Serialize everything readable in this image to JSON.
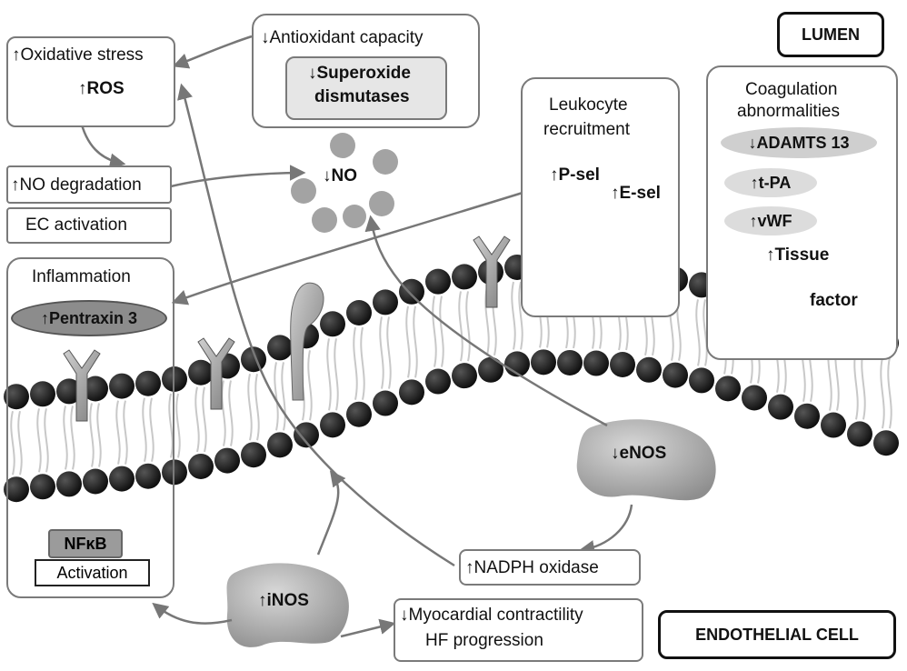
{
  "regions": {
    "lumen": "LUMEN",
    "endothelial_cell": "ENDOTHELIAL CELL"
  },
  "oxidative": {
    "title": "↑Oxidative stress",
    "ros": "↑ROS"
  },
  "antioxidant": {
    "title": "↓Antioxidant capacity",
    "sod_line1": "↓Superoxide",
    "sod_line2": "dismutases"
  },
  "no_degradation": "↑NO degradation",
  "ec_activation": "EC activation",
  "no_label": "↓NO",
  "leukocyte": {
    "title_line1": "Leukocyte",
    "title_line2": "recruitment",
    "psel": "↑P-sel",
    "esel": "↑E-sel"
  },
  "coagulation": {
    "title_line1": "Coagulation",
    "title_line2": "abnormalities",
    "adamts": "↓ADAMTS 13",
    "tpa": "↑t-PA",
    "vwf": "↑vWF",
    "tissue": "↑Tissue",
    "factor": "factor"
  },
  "inflammation": {
    "title": "Inflammation",
    "pentraxin": "↑Pentraxin 3",
    "nfkb": "NFκB",
    "activation": "Activation"
  },
  "enos": "↓eNOS",
  "nadph": "↑NADPH oxidase",
  "inos": "↑iNOS",
  "myocardial": {
    "line1": "↓Myocardial contractility",
    "line2": "HF progression"
  }
}
